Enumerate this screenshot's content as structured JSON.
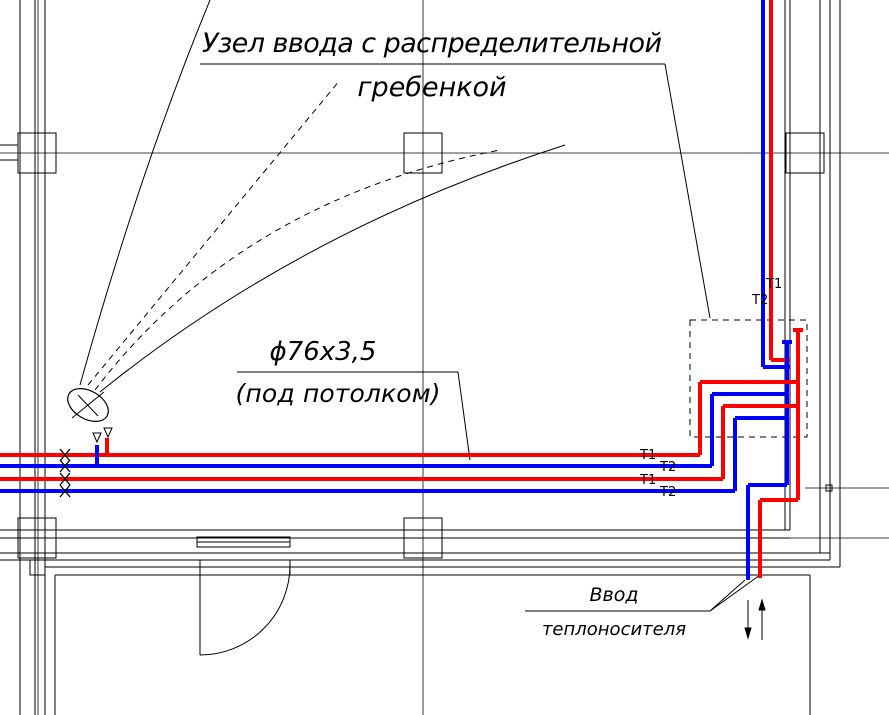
{
  "labels": {
    "node_line1": "Узел ввода с распределительной",
    "node_line2": "гребенкой",
    "pipe_size": "ϕ76х3,5",
    "pipe_note": "(под потолком)",
    "inlet_line1": "Ввод",
    "inlet_line2": "теплоносителя",
    "t1": "Т1",
    "t2": "Т2"
  },
  "colors": {
    "supply": "#ff0000",
    "return": "#0000ff",
    "lines": "#000000"
  }
}
